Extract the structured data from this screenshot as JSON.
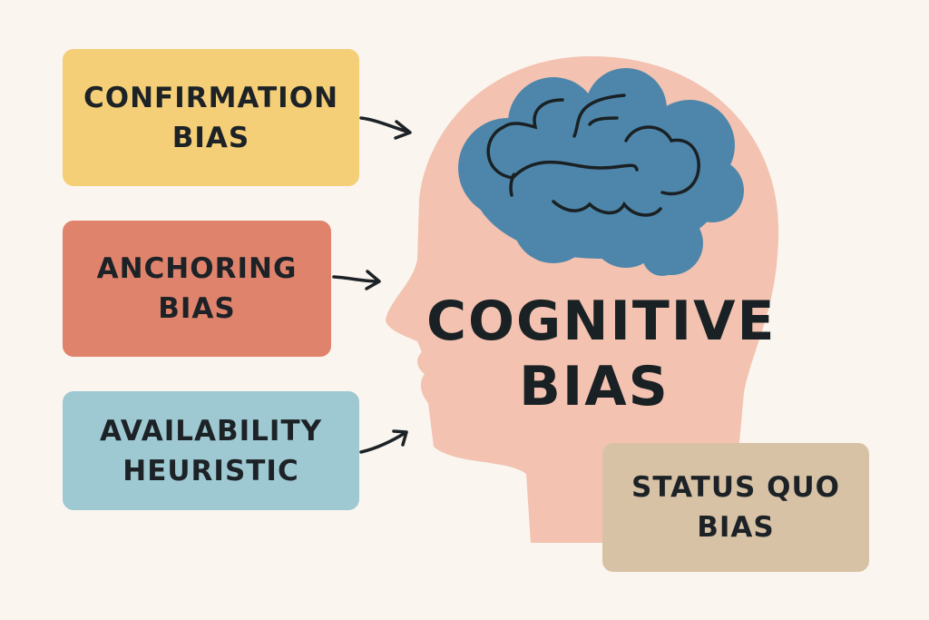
{
  "title": {
    "line1": "COGNITIVE",
    "line2": "BIAS"
  },
  "boxes": [
    {
      "line1": "CONFIRMATION",
      "line2": "BIAS",
      "color": "#f5cf78"
    },
    {
      "line1": "ANCHORING",
      "line2": "BIAS",
      "color": "#e0836c"
    },
    {
      "line1": "AVAILABILITY",
      "line2": "HEURISTIC",
      "color": "#9ec9d2"
    },
    {
      "line1": "STATUS QUO",
      "line2": "BIAS",
      "color": "#d8c2a6"
    }
  ],
  "colors": {
    "background": "#faf5ef",
    "head": "#f3c2b0",
    "brain": "#4e86ab",
    "ink": "#1c2226"
  }
}
